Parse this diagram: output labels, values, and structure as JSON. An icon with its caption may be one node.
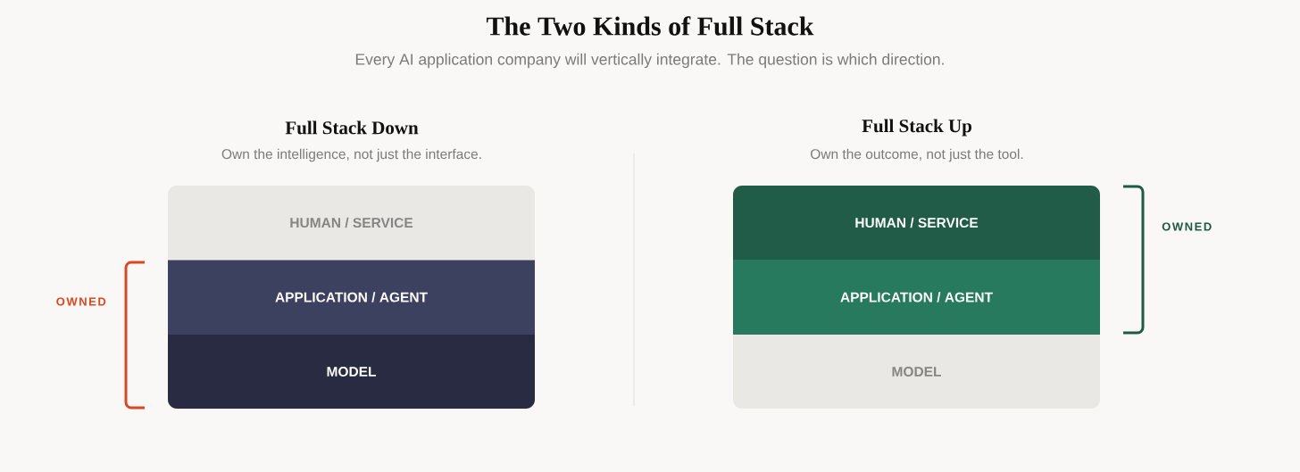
{
  "diagram": {
    "title": "The Two Kinds of Full Stack",
    "nodes": [
      {
        "text": [
          "HUMAN / SERVICE"
        ]
      },
      {
        "text": [
          "APPLICATION / AGENT"
        ]
      },
      {
        "text": [
          "MODEL"
        ]
      },
      {
        "text": [
          "HUMAN / SERVICE"
        ]
      },
      {
        "text": [
          "APPLICATION / AGENT"
        ]
      },
      {
        "text": [
          "MODEL"
        ]
      }
    ],
    "labels": [
      "Every AI application company will vertically integrate. The question is which direction.",
      "Full Stack Down",
      "Own the intelligence, not just the interface.",
      "Full Stack Up",
      "Own the outcome, not just the tool.",
      "OWNED",
      "OWNED"
    ]
  }
}
